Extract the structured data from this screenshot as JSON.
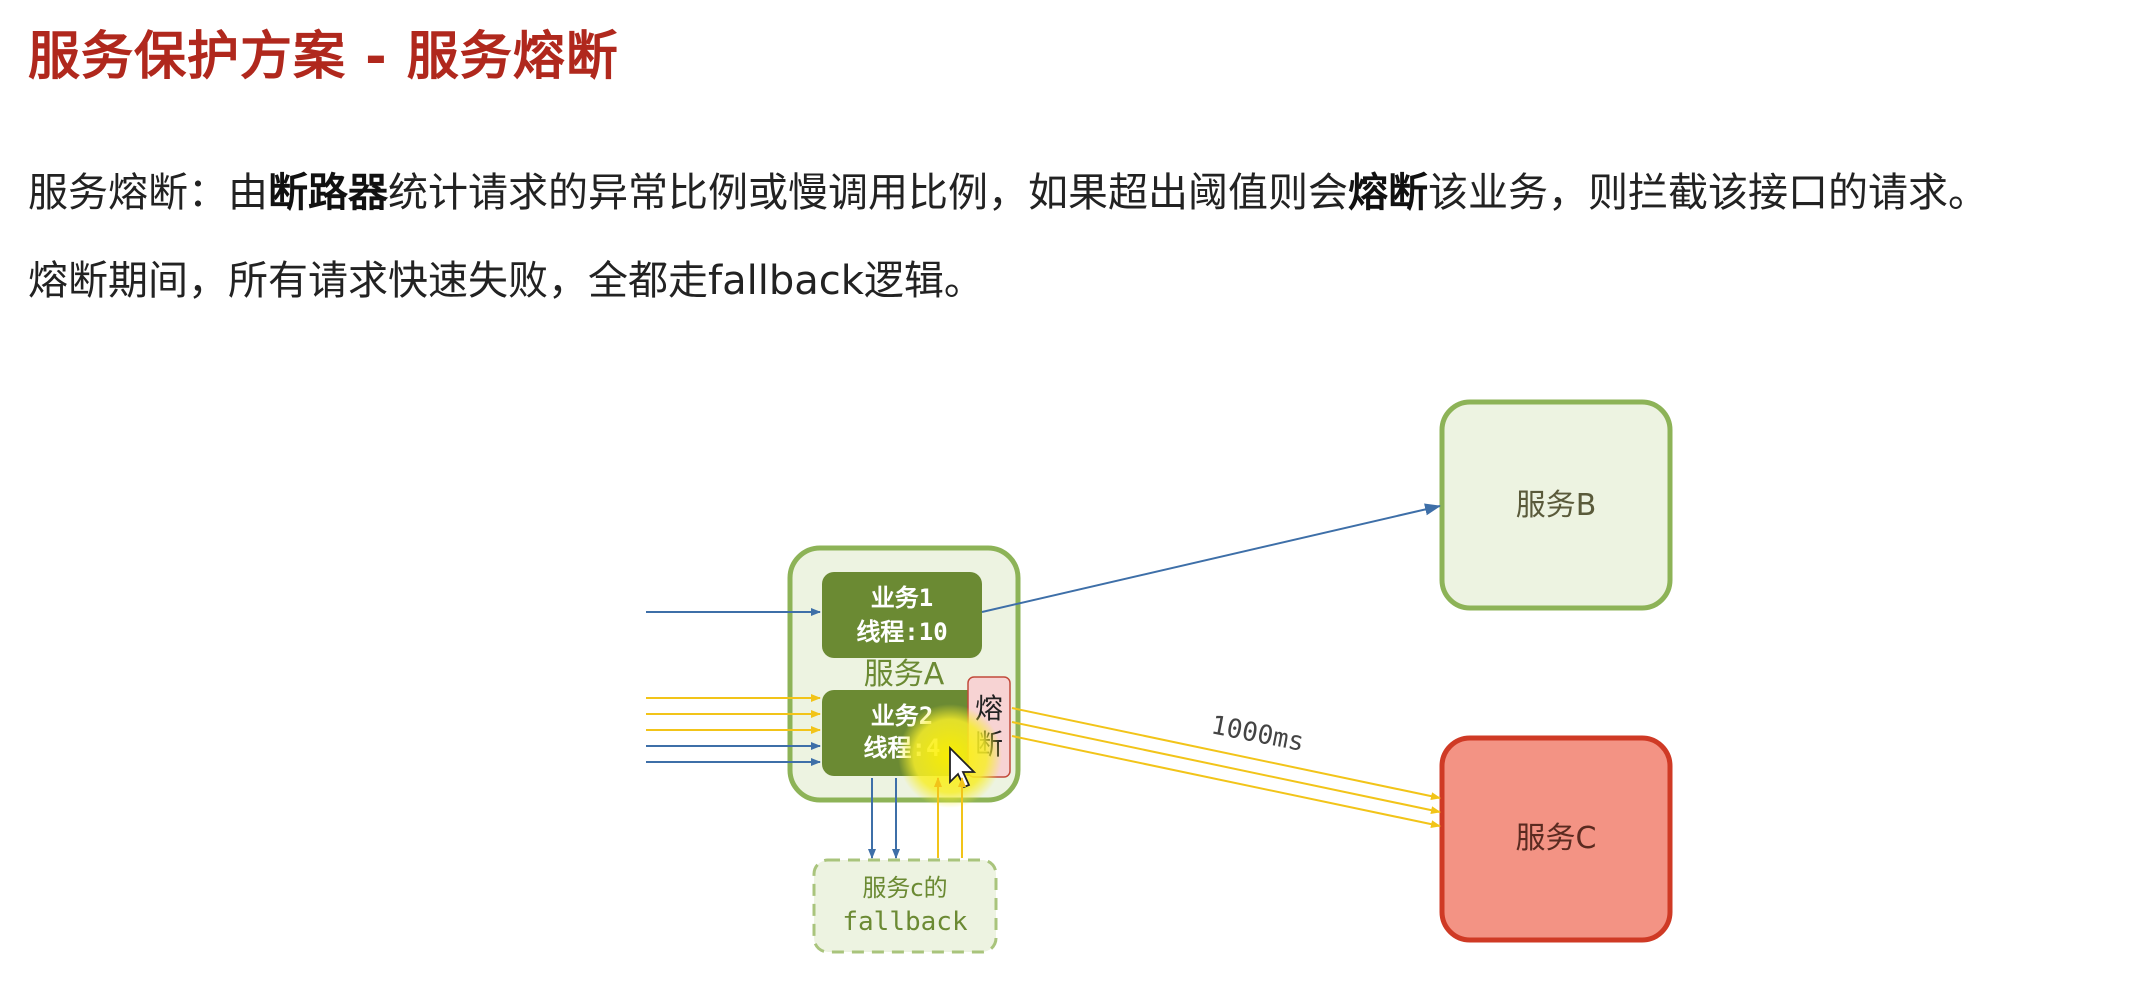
{
  "title": "服务保护方案 - 服务熔断",
  "paragraph1": {
    "p1": "服务熔断：由",
    "b1": "断路器",
    "p2": "统计请求的异常比例或慢调用比例，如果超出阈值则会",
    "b2": "熔断",
    "p3": "该业务，则拦截该接口的请求。"
  },
  "paragraph2": "熔断期间，所有请求快速失败，全都走fallback逻辑。",
  "diagram": {
    "service_a": "服务A",
    "biz1_line1": "业务1",
    "biz1_line2": "线程:10",
    "biz2_line1": "业务2",
    "biz2_line2": "线程:4",
    "breaker_line1": "熔",
    "breaker_line2": "断",
    "service_b": "服务B",
    "service_c": "服务C",
    "latency": "1000ms",
    "fallback_line1": "服务c的",
    "fallback_line2": "fallback"
  },
  "colors": {
    "title": "#b0281d",
    "service_fill": "#edf3e1",
    "service_stroke": "#8db357",
    "biz_fill": "#6b8a33",
    "service_c_fill": "#f39384",
    "service_c_stroke": "#cf3a25",
    "blue_arrow": "#3e6fa8",
    "yellow_arrow": "#f2c419",
    "breaker_fill": "#f7d3d3"
  }
}
